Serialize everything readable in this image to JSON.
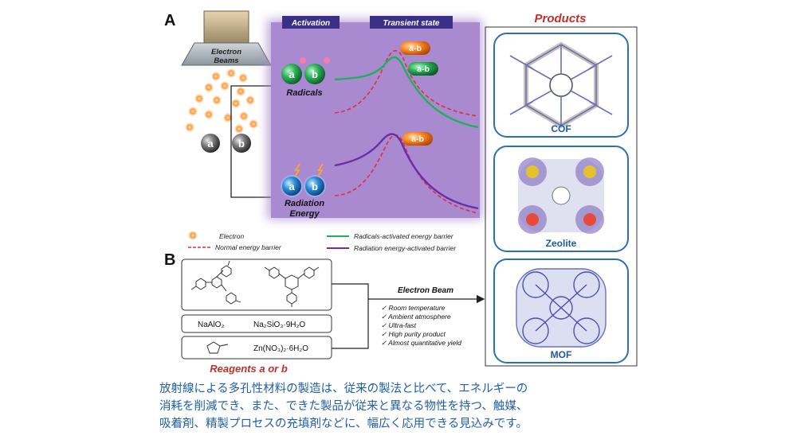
{
  "panel_a": {
    "letter": "A",
    "electron_beams": [
      "Electron",
      "Beams"
    ],
    "header_activation": "Activation",
    "header_transient": "Transient state",
    "atom_a": "a",
    "atom_b": "b",
    "product_ab": "a-b",
    "label_radicals": "Radicals",
    "label_radiation": [
      "Radiation",
      "Energy"
    ]
  },
  "legend": {
    "electron": "Electron",
    "normal": "Normal energy barrier",
    "radicals": "Radicals-activated energy barrier",
    "radiation": "Radiation energy-activated barrier"
  },
  "panel_b": {
    "letter": "B",
    "reagent_row2_left": "NaAlO₂",
    "reagent_row2_right": "Na₂SiO₃·9H₂O",
    "reagent_row3_right": "Zn(NO₃)₂·6H₂O",
    "reagents_label": "Reagents a or b",
    "electron_beam": "Electron Beam",
    "conditions": [
      "Room temperature",
      "Ambient atmosphere",
      "Ultra-fast",
      "High purity product",
      "Almost quantitative yield"
    ]
  },
  "products": {
    "title": "Products",
    "items": [
      "COF",
      "Zeolite",
      "MOF"
    ]
  },
  "caption": [
    "放射線による多孔性材料の製造は、従来の製法と比べて、エネルギーの",
    "消耗を削減でき、また、できた製品が従来と異なる物性を持つ、触媒、",
    "吸着剤、精製プロセスの充填剤などに、幅広く応用できる見込みです。"
  ],
  "colors": {
    "purple_panel": "#a98ad0",
    "header_bar": "#3a2f86",
    "products_red": "#c0302b",
    "green_curve": "#1fb15a",
    "purple_curve": "#6a2ea8",
    "dashed_red": "#e0303a",
    "caption_blue": "#1f5fa8"
  }
}
